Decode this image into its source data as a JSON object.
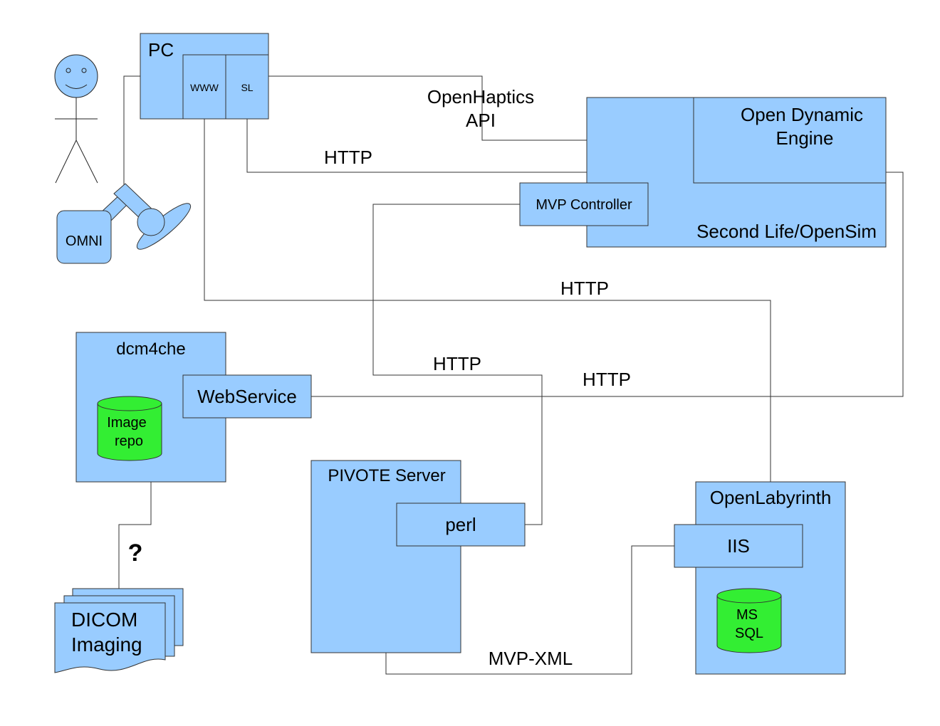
{
  "colors": {
    "box": "#99ccff",
    "database": "#33ee33",
    "line": "#333333"
  },
  "nodes": {
    "pc": {
      "title": "PC",
      "www": "WWW",
      "sl": "SL"
    },
    "haptic_device": {
      "label": "OMNI"
    },
    "second_life": {
      "title": "Second Life/OpenSim",
      "ode_line1": "Open Dynamic",
      "ode_line2": "Engine",
      "controller": "MVP Controller"
    },
    "dcm4che": {
      "title": "dcm4che",
      "webservice": "WebService",
      "repo_line1": "Image",
      "repo_line2": "repo"
    },
    "dicom": {
      "line1": "DICOM",
      "line2": "Imaging"
    },
    "pivote": {
      "title": "PIVOTE Server",
      "perl": "perl"
    },
    "openlabyrinth": {
      "title": "OpenLabyrinth",
      "iis": "IIS",
      "db_line1": "MS",
      "db_line2": "SQL"
    }
  },
  "edges": {
    "openhaptics_line1": "OpenHaptics",
    "openhaptics_line2": "API",
    "http_sl": "HTTP",
    "http_www": "HTTP",
    "http_controller": "HTTP",
    "http_webservice": "HTTP",
    "mvp_xml": "MVP-XML",
    "dicom_link": "?"
  }
}
